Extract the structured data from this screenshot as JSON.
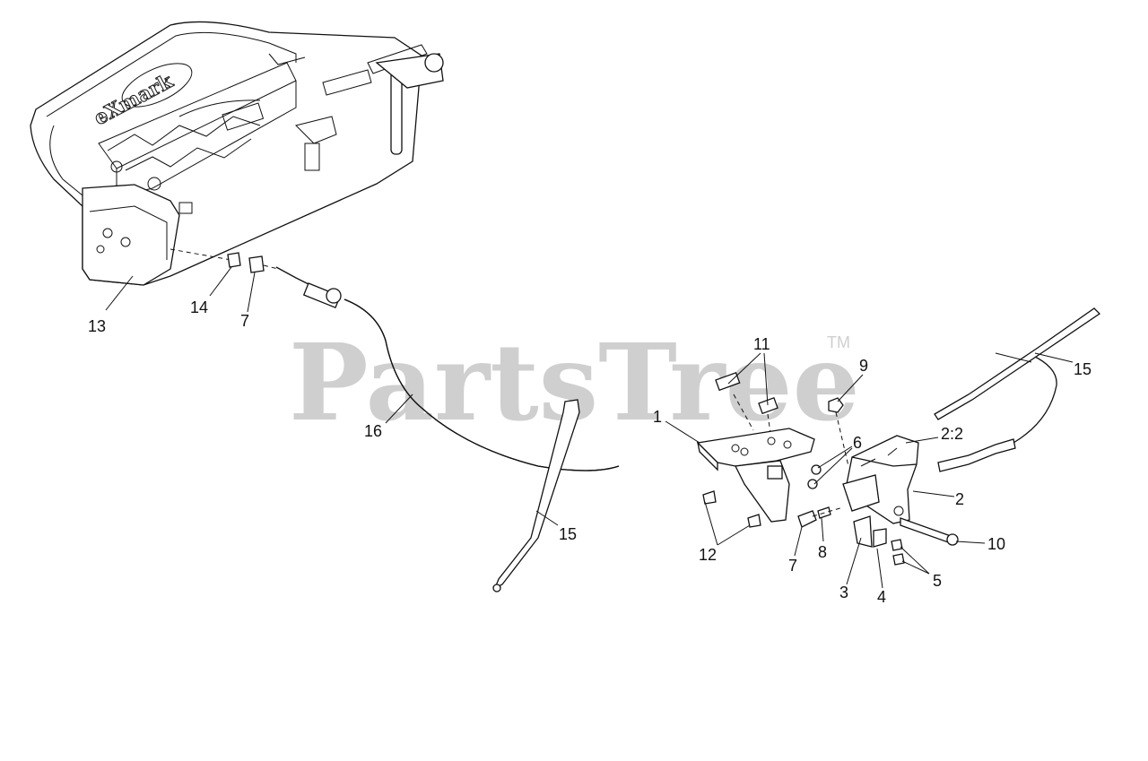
{
  "watermark": {
    "text": "PartsTree",
    "trademark": "TM"
  },
  "callouts": {
    "c13": "13",
    "c14": "14",
    "c7a": "7",
    "c16": "16",
    "c15a": "15",
    "c11": "11",
    "c9": "9",
    "c1": "1",
    "c6": "6",
    "c22": "2:2",
    "c2": "2",
    "c15b": "15",
    "c12": "12",
    "c7b": "7",
    "c8": "8",
    "c10": "10",
    "c5": "5",
    "c3": "3",
    "c4": "4"
  },
  "deck": {
    "brand": "eXmark"
  }
}
